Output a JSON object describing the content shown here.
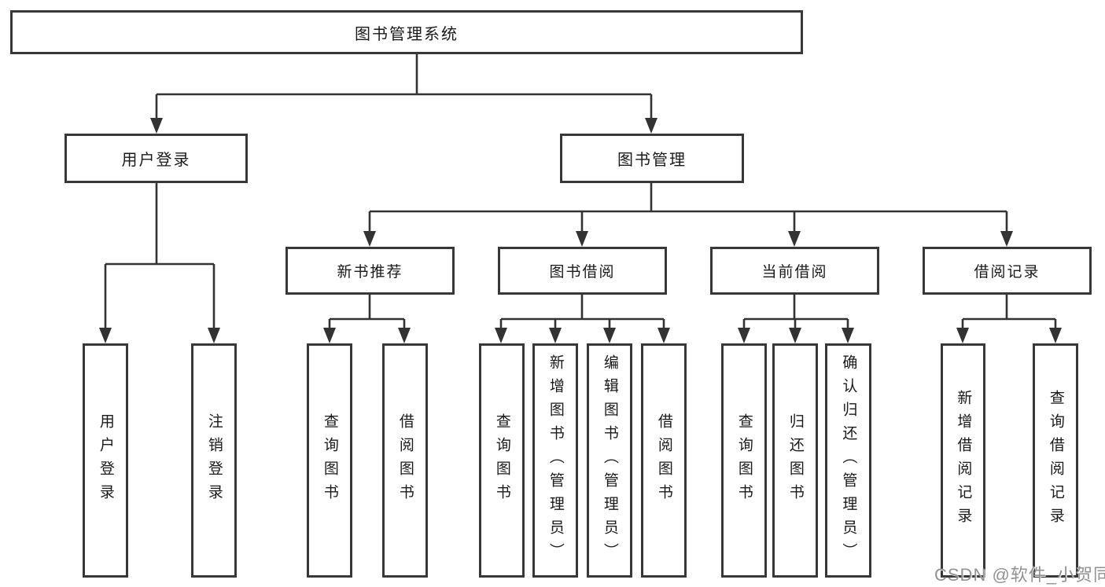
{
  "diagram": {
    "tree": {
      "label": "图书管理系统",
      "children": [
        {
          "label": "用户登录",
          "children": [
            {
              "label": "用户登录"
            },
            {
              "label": "注销登录"
            }
          ]
        },
        {
          "label": "图书管理",
          "children": [
            {
              "label": "新书推荐",
              "children": [
                {
                  "label": "查询图书"
                },
                {
                  "label": "借阅图书"
                }
              ]
            },
            {
              "label": "图书借阅",
              "children": [
                {
                  "label": "查询图书"
                },
                {
                  "label": "新增图书（管理员）"
                },
                {
                  "label": "编辑图书（管理员）"
                },
                {
                  "label": "借阅图书"
                }
              ]
            },
            {
              "label": "当前借阅",
              "children": [
                {
                  "label": "查询图书"
                },
                {
                  "label": "归还图书"
                },
                {
                  "label": "确认归还（管理员）"
                }
              ]
            },
            {
              "label": "借阅记录",
              "children": [
                {
                  "label": "新增借阅记录"
                },
                {
                  "label": "查询借阅记录"
                }
              ]
            }
          ]
        }
      ]
    },
    "colors": {
      "line": "#333333",
      "box_border": "#383838",
      "text": "#1a1a1a",
      "background": "#ffffff",
      "watermark": "#929292"
    }
  },
  "watermark": {
    "text": "CSDN @软件_小贺同学"
  }
}
